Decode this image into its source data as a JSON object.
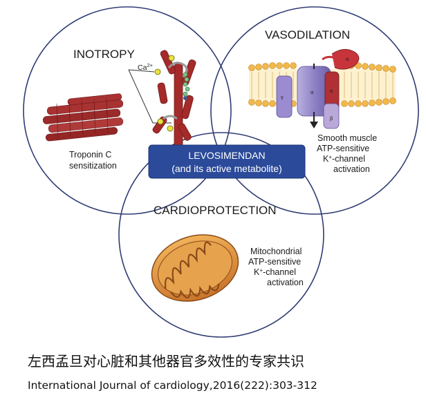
{
  "center": {
    "line1": "LEVOSIMENDAN",
    "line2": "(and its active metabolite)"
  },
  "inotropy": {
    "title": "INOTROPY",
    "label_line1": "Troponin C",
    "label_line2": "sensitization",
    "ca_label": "Ca",
    "ca_sup": "2+"
  },
  "vasodilation": {
    "title": "VASODILATION",
    "label_lines": [
      "Smooth muscle",
      "ATP-sensitive",
      "channel",
      "activation"
    ],
    "k_label": "K",
    "k_sup": "+",
    "subunits": [
      "α",
      "α",
      "α",
      "γ",
      "β"
    ]
  },
  "cardioprotection": {
    "title": "CARDIOPROTECTION",
    "label_lines": [
      "Mitochondrial",
      "ATP-sensitive",
      "channel",
      "activation"
    ],
    "k_label": "K",
    "k_sup": "+"
  },
  "caption": {
    "chinese": "左西孟旦对心脏和其他器官多效性的专家共识",
    "reference": "International Journal of cardiology,2016(222):303-312"
  },
  "colors": {
    "circle_stroke": "#2f3b73",
    "center_box": "#2b4a9a",
    "muscle": "#9b2a2a",
    "mitochondria": "#d98a38",
    "membrane": "#f2b84a",
    "channel": "#8a7cc0"
  }
}
